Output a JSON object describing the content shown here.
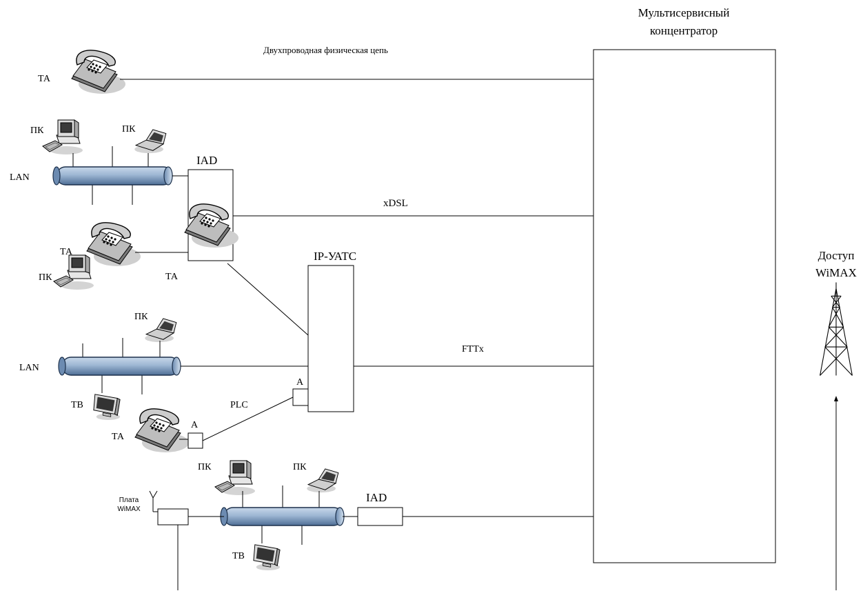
{
  "hub": {
    "title_line1": "Мультисервисный",
    "title_line2": "концентратор"
  },
  "links": {
    "two_wire": "Двухпроводная физическая цепь",
    "xdsl": "xDSL",
    "fttx": "FTTx",
    "plc": "PLC"
  },
  "devices": {
    "ta": "ТА",
    "pc": "ПК",
    "tv": "ТВ",
    "lan": "LAN",
    "iad": "IAD",
    "ip_pbx": "IP-УАТС",
    "adapter": "A",
    "wimax_card_line1": "Плата",
    "wimax_card_line2": "WiMAX"
  },
  "wimax_access": {
    "line1": "Доступ",
    "line2": "WiMAX"
  }
}
